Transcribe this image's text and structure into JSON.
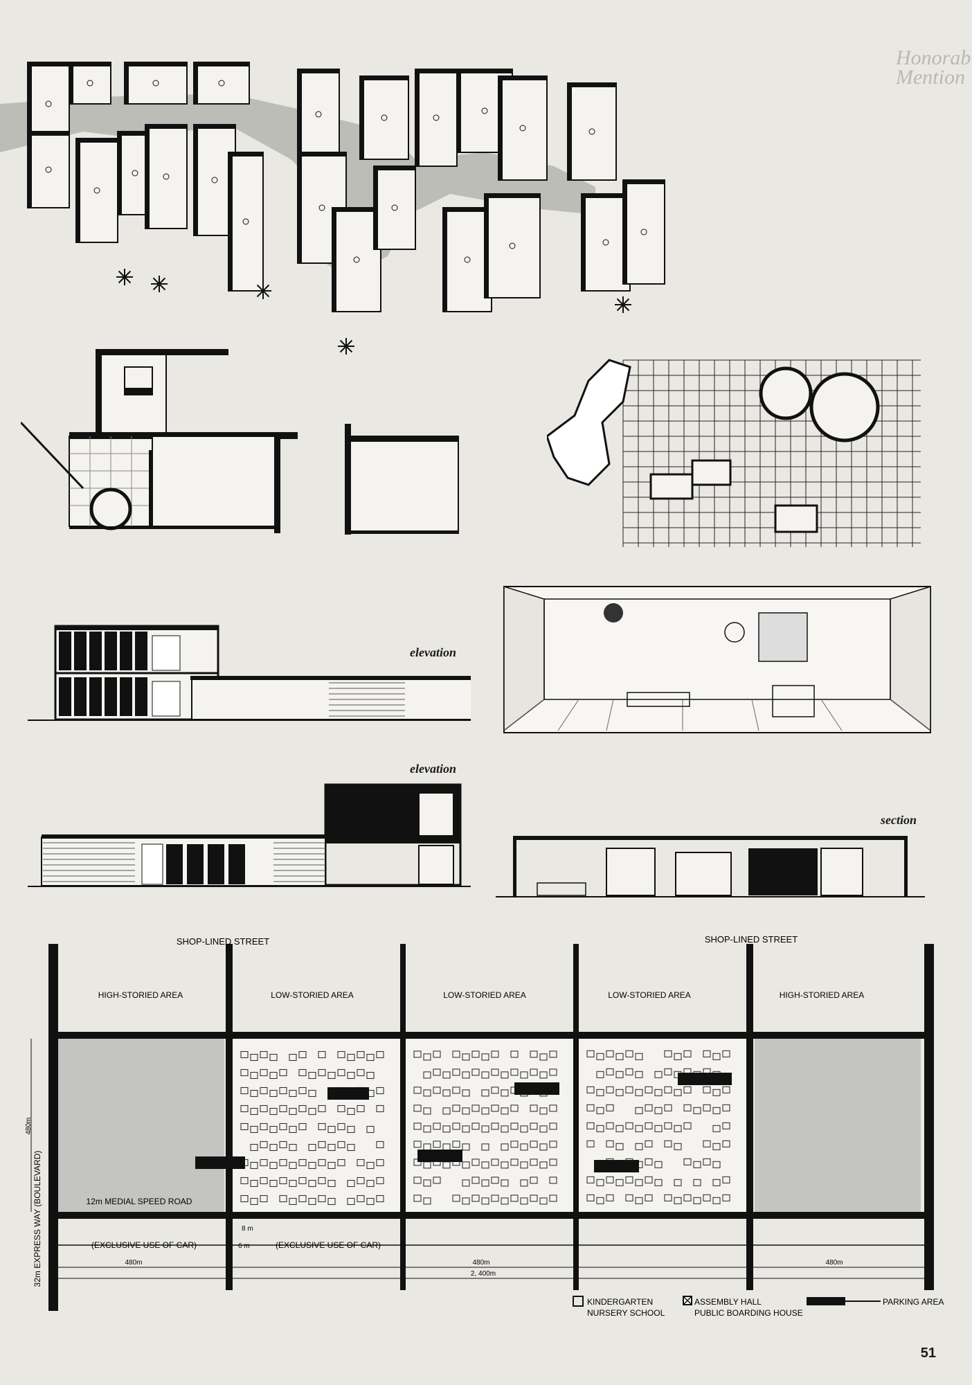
{
  "labels": {
    "elevation_1": "elevation",
    "elevation_2": "elevation",
    "section": "section"
  },
  "site_plan": {
    "streets": [
      "SHOP-LINED STREET",
      "SHOP-LINED STREET"
    ],
    "zones": [
      "HIGH-STORIED AREA",
      "LOW-STORIED AREA",
      "LOW-STORIED AREA",
      "LOW-STORIED AREA",
      "HIGH-STORIED AREA"
    ],
    "medial_road": "12m MEDIAL SPEED ROAD",
    "car_use_left": "(EXCLUSIVE USE OF CAR)",
    "car_use_right": "(EXCLUSIVE USE OF CAR)",
    "width_8m": "8 m",
    "width_6m": "6 m",
    "dim_height": "480m",
    "dim_left": "480m",
    "dim_mid": "480m",
    "dim_right": "480m",
    "dim_total": "2, 400m",
    "expressway": "32m EXPRESS WAY (BOULEVARD)"
  },
  "legend": {
    "kindergarten": "KINDERGARTEN",
    "nursery": "NURSERY SCHOOL",
    "assembly": "ASSEMBLY HALL",
    "boarding": "PUBLIC BOARDING HOUSE",
    "parking": "PARKING AREA"
  },
  "page_number": "51",
  "bleed": {
    "title": "Honorable Mention"
  },
  "colors": {
    "ink": "#111111",
    "paper": "#e9e8e3",
    "tone": "#c4c4c1"
  }
}
